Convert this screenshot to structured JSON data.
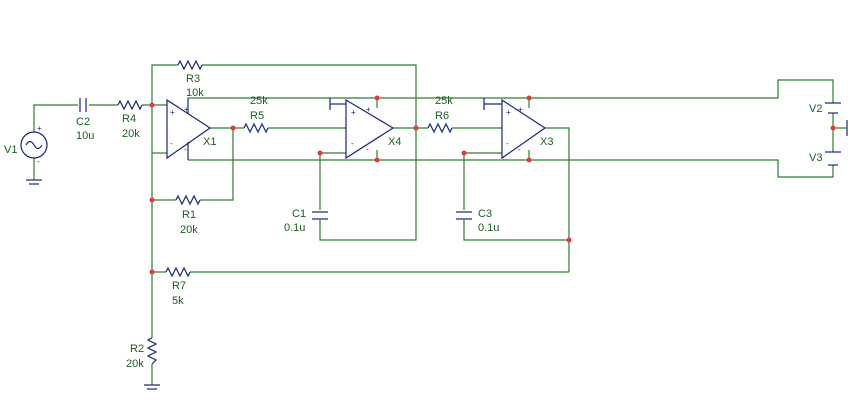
{
  "schematic": {
    "sources": [
      {
        "ref": "V1"
      },
      {
        "ref": "V2"
      },
      {
        "ref": "V3"
      }
    ],
    "opamps": [
      {
        "ref": "X1"
      },
      {
        "ref": "X4"
      },
      {
        "ref": "X3"
      }
    ],
    "capacitors": [
      {
        "ref": "C2",
        "value": "10u"
      },
      {
        "ref": "C1",
        "value": "0.1u"
      },
      {
        "ref": "C3",
        "value": "0.1u"
      }
    ],
    "resistors": [
      {
        "ref": "R4",
        "value": "20k"
      },
      {
        "ref": "R3",
        "value": "10k"
      },
      {
        "ref": "R5",
        "value": "25k"
      },
      {
        "ref": "R6",
        "value": "25k"
      },
      {
        "ref": "R1",
        "value": "20k"
      },
      {
        "ref": "R7",
        "value": "5k"
      },
      {
        "ref": "R2",
        "value": "20k"
      }
    ],
    "pin_plus": "+",
    "pin_minus": "-",
    "colors": {
      "wire": "#2e7d32",
      "component": "#1a237e",
      "junction": "#e53935",
      "label": "#1b5e20"
    }
  }
}
